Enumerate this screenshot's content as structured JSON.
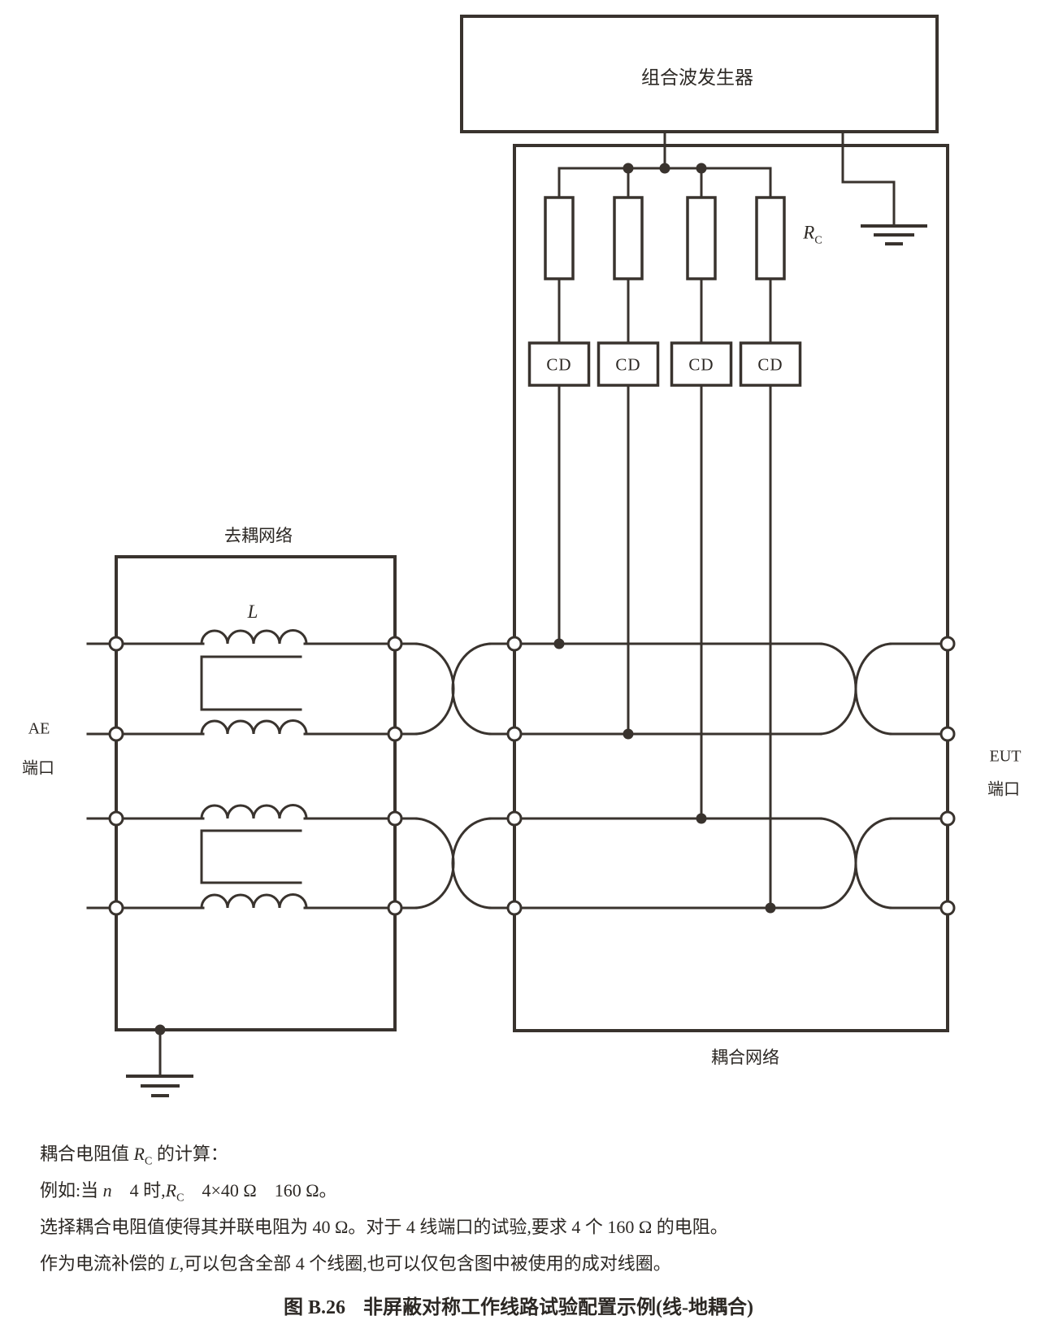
{
  "colors": {
    "line": "#39332e",
    "text": "#2c2824",
    "background": "#ffffff"
  },
  "generator": {
    "label": "组合波发生器"
  },
  "coupling_network": {
    "label": "耦合网络",
    "resistor_symbol": "R",
    "resistor_subscript": "C",
    "cd_boxes": [
      "CD",
      "CD",
      "CD",
      "CD"
    ]
  },
  "decoupling_network": {
    "label": "去耦网络",
    "inductor_symbol": "L"
  },
  "ports": {
    "ae": {
      "name": "AE",
      "suffix": "端口"
    },
    "eut": {
      "name": "EUT",
      "suffix": "端口"
    }
  },
  "notes": {
    "line1": {
      "pre": "耦合电阻值 ",
      "sym": "R",
      "sub": "C",
      "post": " 的计算："
    },
    "line2": {
      "p1": "例如:当 ",
      "n": "n",
      "p2": "　4 时,",
      "sym": "R",
      "sub": "C",
      "p3": "　4×40 Ω　160 Ω。"
    },
    "line3": "选择耦合电阻值使得其并联电阻为 40 Ω。对于 4 线端口的试验,要求 4 个 160 Ω 的电阻。",
    "line4": {
      "p1": "作为电流补偿的 ",
      "sym": "L",
      "p2": ",可以包含全部 4 个线圈,也可以仅包含图中被使用的成对线圈。"
    }
  },
  "caption": {
    "label": "图 B.26",
    "title": "非屏蔽对称工作线路试验配置示例(线-地耦合)"
  }
}
